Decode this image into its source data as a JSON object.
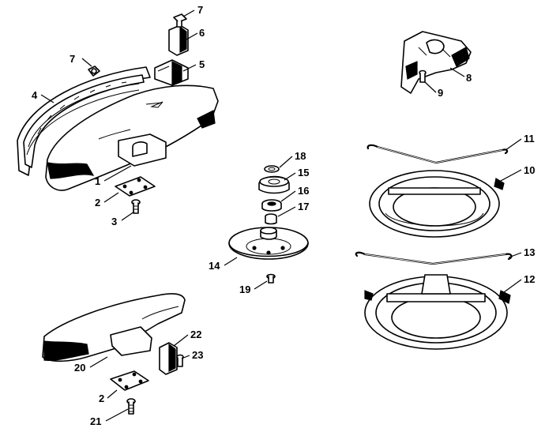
{
  "callouts": [
    {
      "id": "c7a",
      "label": "7"
    },
    {
      "id": "c6",
      "label": "6"
    },
    {
      "id": "c7b",
      "label": "7"
    },
    {
      "id": "c5",
      "label": "5"
    },
    {
      "id": "c4",
      "label": "4"
    },
    {
      "id": "c1",
      "label": "1"
    },
    {
      "id": "c2a",
      "label": "2"
    },
    {
      "id": "c3",
      "label": "3"
    },
    {
      "id": "c8",
      "label": "8"
    },
    {
      "id": "c9",
      "label": "9"
    },
    {
      "id": "c18",
      "label": "18"
    },
    {
      "id": "c15",
      "label": "15"
    },
    {
      "id": "c16",
      "label": "16"
    },
    {
      "id": "c17",
      "label": "17"
    },
    {
      "id": "c14",
      "label": "14"
    },
    {
      "id": "c19",
      "label": "19"
    },
    {
      "id": "c11",
      "label": "11"
    },
    {
      "id": "c10",
      "label": "10"
    },
    {
      "id": "c13",
      "label": "13"
    },
    {
      "id": "c12",
      "label": "12"
    },
    {
      "id": "c22",
      "label": "22"
    },
    {
      "id": "c23",
      "label": "23"
    },
    {
      "id": "c20",
      "label": "20"
    },
    {
      "id": "c2b",
      "label": "2"
    },
    {
      "id": "c21",
      "label": "21"
    }
  ]
}
